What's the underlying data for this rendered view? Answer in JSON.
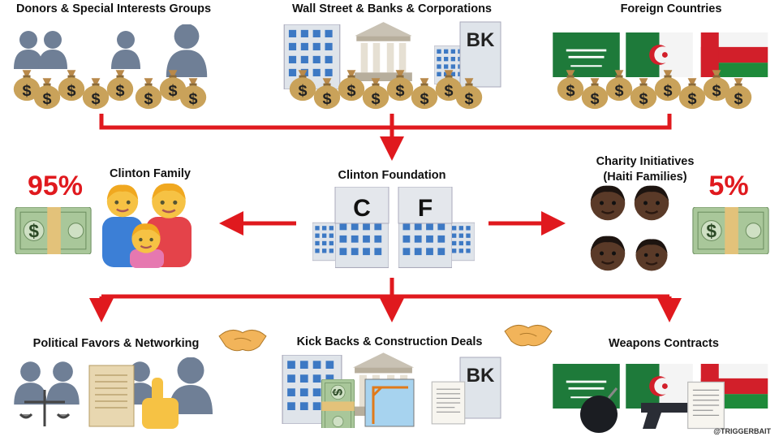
{
  "sources": [
    {
      "title": "Donors & Special Interests Groups",
      "icons": [
        "silhouettes-icon",
        "money-bag-icon"
      ]
    },
    {
      "title": "Wall Street & Banks & Corporations",
      "icons": [
        "office-building-icon",
        "bank-icon",
        "bk-bank-icon",
        "money-bag-icon"
      ],
      "bank_label": "BK"
    },
    {
      "title": "Foreign Countries",
      "icons": [
        "saudi-flag-icon",
        "algeria-flag-icon",
        "oman-flag-icon",
        "money-bag-icon"
      ]
    }
  ],
  "center": {
    "title": "Clinton Foundation",
    "building_letters": [
      "C",
      "F"
    ]
  },
  "left": {
    "title": "Clinton Family",
    "percent": "95%",
    "icons": [
      "dollar-bill-icon",
      "family-icon"
    ]
  },
  "right": {
    "title_line1": "Charity Initiatives",
    "title_line2": "(Haiti Families)",
    "percent": "5%",
    "icons": [
      "faces-icon",
      "dollar-bill-icon"
    ]
  },
  "outcomes": [
    {
      "title": "Political Favors & Networking",
      "icons": [
        "handshake-icon",
        "scales-icon",
        "scroll-icon",
        "thumbs-up-icon"
      ]
    },
    {
      "title": "Kick Backs & Construction Deals",
      "icons": [
        "handshake-icon",
        "building-icon",
        "construction-icon",
        "document-icon"
      ],
      "bank_label": "BK"
    },
    {
      "title": "Weapons Contracts",
      "icons": [
        "flags-icon",
        "bomb-icon",
        "pistol-icon",
        "document-icon"
      ]
    }
  ],
  "watermark": "@TRIGGERBAIT",
  "colors": {
    "arrow": "#e0191e",
    "percent": "#e0191e",
    "bag": "#c9a25a",
    "bill": "#a9c79a"
  }
}
